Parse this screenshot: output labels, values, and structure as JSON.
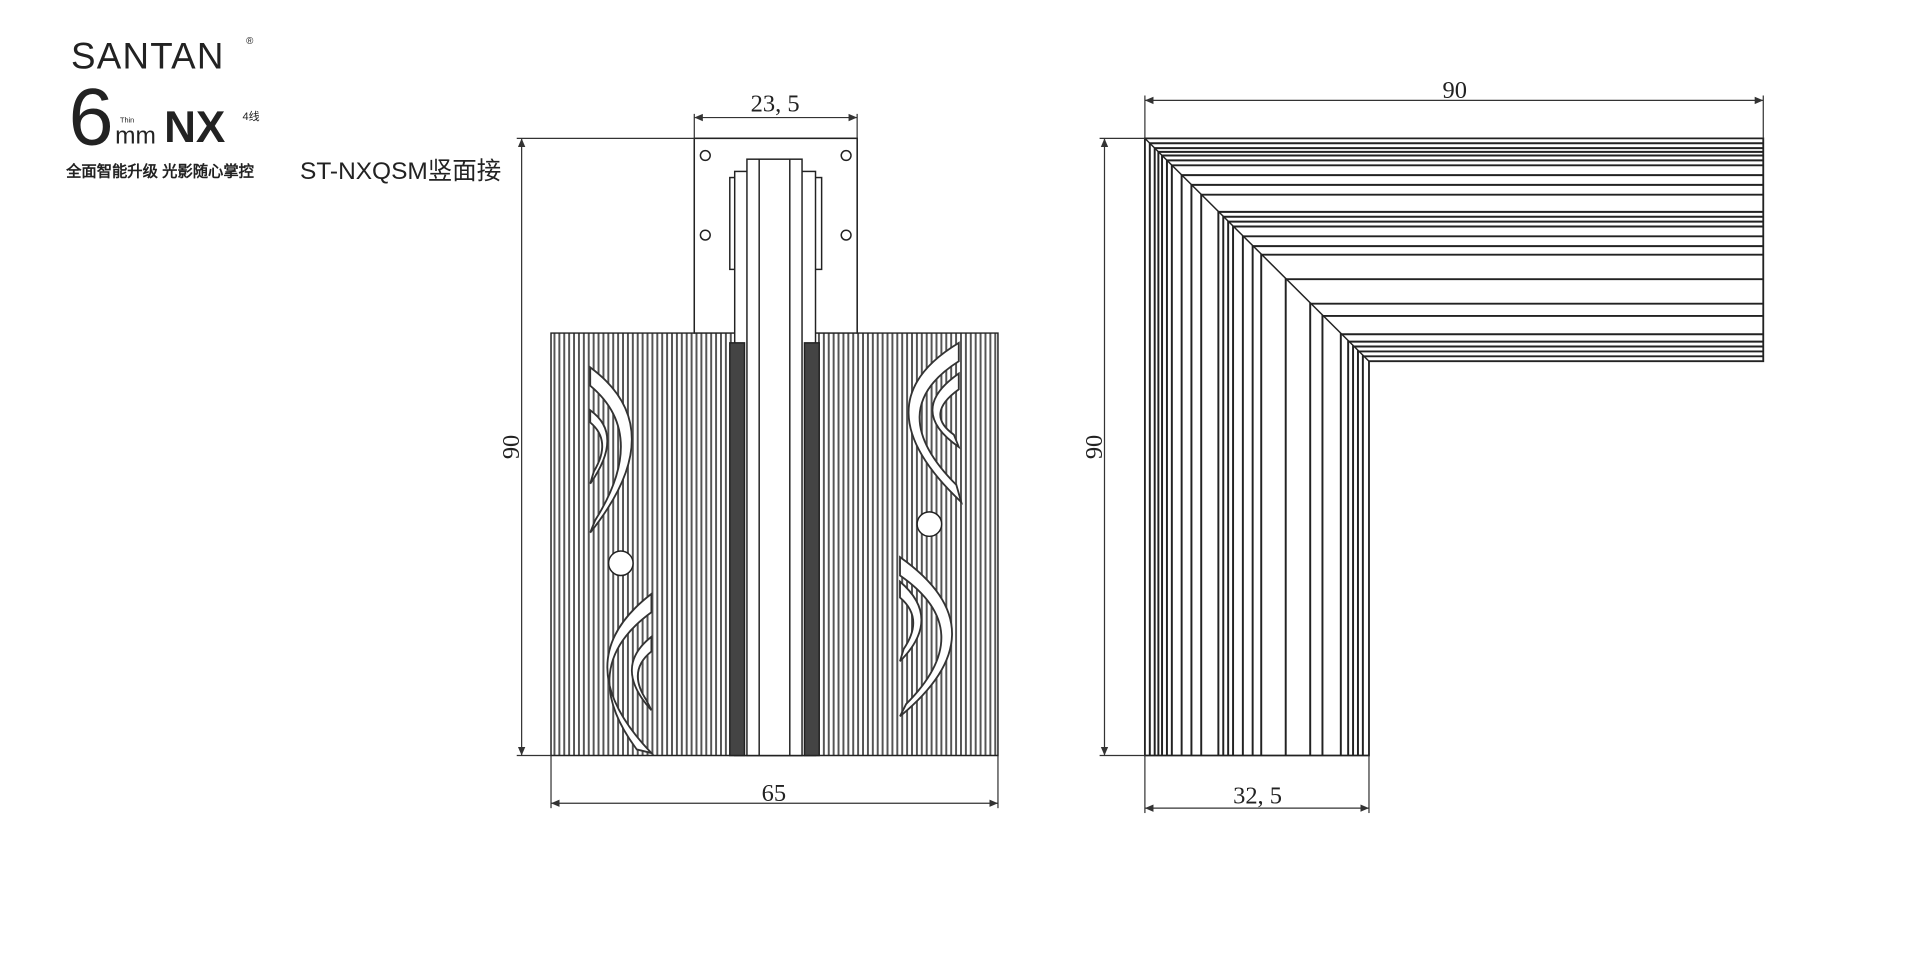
{
  "brand": {
    "name": "SANTAN",
    "registered": "®",
    "size": "6",
    "unit": "mm",
    "thin": "Thin",
    "series": "NX",
    "wires": "4线",
    "slogan": "全面智能升级 光影随心掌控"
  },
  "product_title": "ST-NXQSM竖面接",
  "front_view": {
    "dim_top": "23, 5",
    "dim_left": "90",
    "dim_bottom": "65"
  },
  "side_view": {
    "dim_top": "90",
    "dim_left": "90",
    "dim_bottom": "32, 5"
  },
  "colors": {
    "line": "#222222",
    "rib": "#555555"
  }
}
